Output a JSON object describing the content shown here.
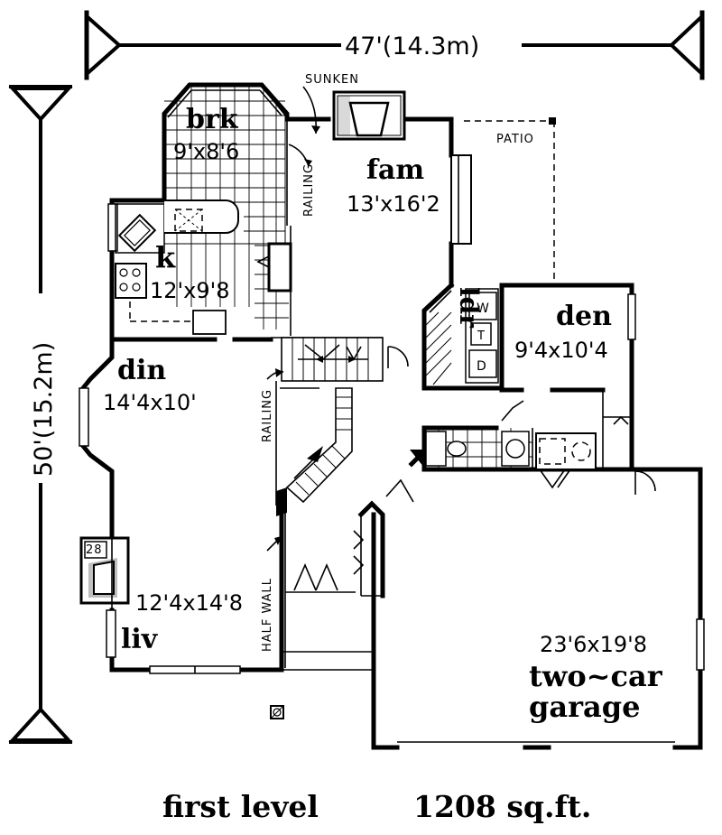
{
  "dimensions": {
    "width": "47'(14.3m)",
    "depth": "50'(15.2m)"
  },
  "rooms": {
    "brk": {
      "name": "brk",
      "size": "9'x8'6"
    },
    "fam": {
      "name": "fam",
      "size": "13'x16'2"
    },
    "k": {
      "name": "k",
      "size": "12'x9'8"
    },
    "ldr": {
      "name": "ldr"
    },
    "den": {
      "name": "den",
      "size": "9'4x10'4"
    },
    "din": {
      "name": "din",
      "size": "14'4x10'"
    },
    "liv": {
      "name": "liv",
      "size": "12'4x14'8"
    },
    "garage": {
      "name_line1": "two~car",
      "name_line2": "garage",
      "size": "23'6x19'8"
    }
  },
  "labels": {
    "sunken": "SUNKEN",
    "patio": "PATIO",
    "railing_upper": "RAILING",
    "railing_lower": "RAILING",
    "half_wall": "HALF WALL",
    "fireplace_tag": "28",
    "washer": "W",
    "tub": "T",
    "dryer": "D"
  },
  "footer": {
    "level": "first level",
    "area": "1208 sq.ft."
  }
}
